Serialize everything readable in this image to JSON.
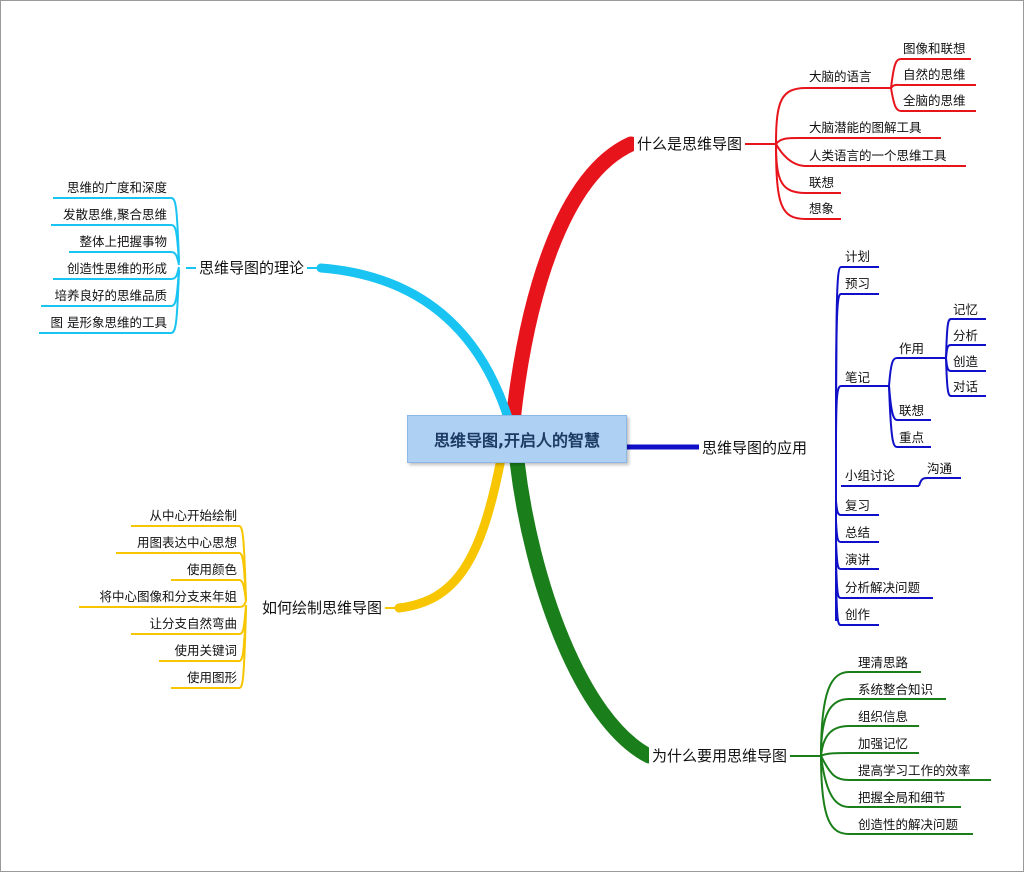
{
  "center": {
    "title": "思维导图,开启人的智慧"
  },
  "colors": {
    "red": "#e8141c",
    "blue": "#1010c8",
    "green": "#1a7f1a",
    "yellow": "#f7c600",
    "cyan": "#19c3f2",
    "center_fill": "#aed0f2"
  },
  "branches": {
    "what": {
      "title": "什么是思维导图",
      "children": {
        "language": {
          "label": "大脑的语言",
          "children": [
            "图像和联想",
            "自然的思维",
            "全脑的思维"
          ]
        },
        "tool": "大脑潜能的图解工具",
        "human_lang": "人类语言的一个思维工具",
        "association": "联想",
        "imagination": "想象"
      }
    },
    "application": {
      "title": "思维导图的应用",
      "children": {
        "plan": "计划",
        "preview": "预习",
        "notes": {
          "label": "笔记",
          "effect": {
            "label": "作用",
            "children": [
              "记忆",
              "分析",
              "创造",
              "对话"
            ]
          },
          "association": "联想",
          "key_points": "重点"
        },
        "group": {
          "label": "小组讨论",
          "child": "沟通"
        },
        "review": "复习",
        "summary": "总结",
        "speech": "演讲",
        "problem": "分析解决问题",
        "creation": "创作"
      }
    },
    "why": {
      "title": "为什么要用思维导图",
      "children": [
        "理清思路",
        "系统整合知识",
        "组织信息",
        "加强记忆",
        "提高学习工作的效率",
        "把握全局和细节",
        "创造性的解决问题"
      ]
    },
    "how": {
      "title": "如何绘制思维导图",
      "children": [
        "从中心开始绘制",
        "用图表达中心思想",
        "使用颜色",
        "将中心图像和分支来年姐",
        "让分支自然弯曲",
        "使用关键词",
        "使用图形"
      ]
    },
    "theory": {
      "title": "思维导图的理论",
      "children": [
        "思维的广度和深度",
        "发散思维,聚合思维",
        "整体上把握事物",
        "创造性思维的形成",
        "培养良好的思维品质",
        "图  是形象思维的工具"
      ]
    }
  }
}
